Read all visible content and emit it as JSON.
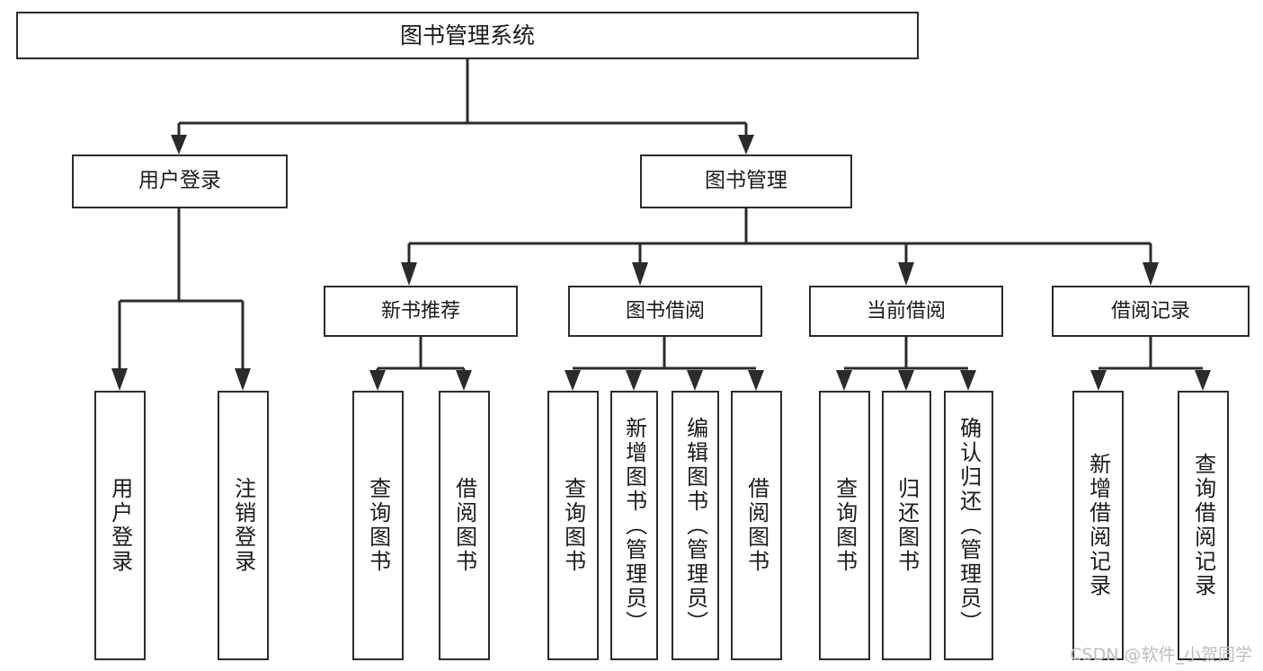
{
  "diagram": {
    "type": "tree",
    "title": "图书管理系统",
    "watermark": "CSDN @软件_小贺同学",
    "colors": {
      "background": "#ffffff",
      "border": "#2b2b2b",
      "text": "#1a1a1a",
      "watermark": "#bdbdbd"
    },
    "nodes": {
      "root": {
        "label": "图书管理系统"
      },
      "level2": [
        {
          "label": "用户登录"
        },
        {
          "label": "图书管理"
        }
      ],
      "level3": [
        {
          "label": "新书推荐"
        },
        {
          "label": "图书借阅"
        },
        {
          "label": "当前借阅"
        },
        {
          "label": "借阅记录"
        }
      ],
      "leaves": {
        "user_login": [
          {
            "label": "用户登录"
          },
          {
            "label": "注销登录"
          }
        ],
        "new_book_recommend": [
          {
            "label": "查询图书"
          },
          {
            "label": "借阅图书"
          }
        ],
        "book_borrow": [
          {
            "label": "查询图书"
          },
          {
            "label": "新增图书（管理员）"
          },
          {
            "label": "编辑图书（管理员）"
          },
          {
            "label": "借阅图书"
          }
        ],
        "current_borrow": [
          {
            "label": "查询图书"
          },
          {
            "label": "归还图书"
          },
          {
            "label": "确认归还（管理员）"
          }
        ],
        "borrow_record": [
          {
            "label": "新增借阅记录"
          },
          {
            "label": "查询借阅记录"
          }
        ]
      }
    }
  }
}
